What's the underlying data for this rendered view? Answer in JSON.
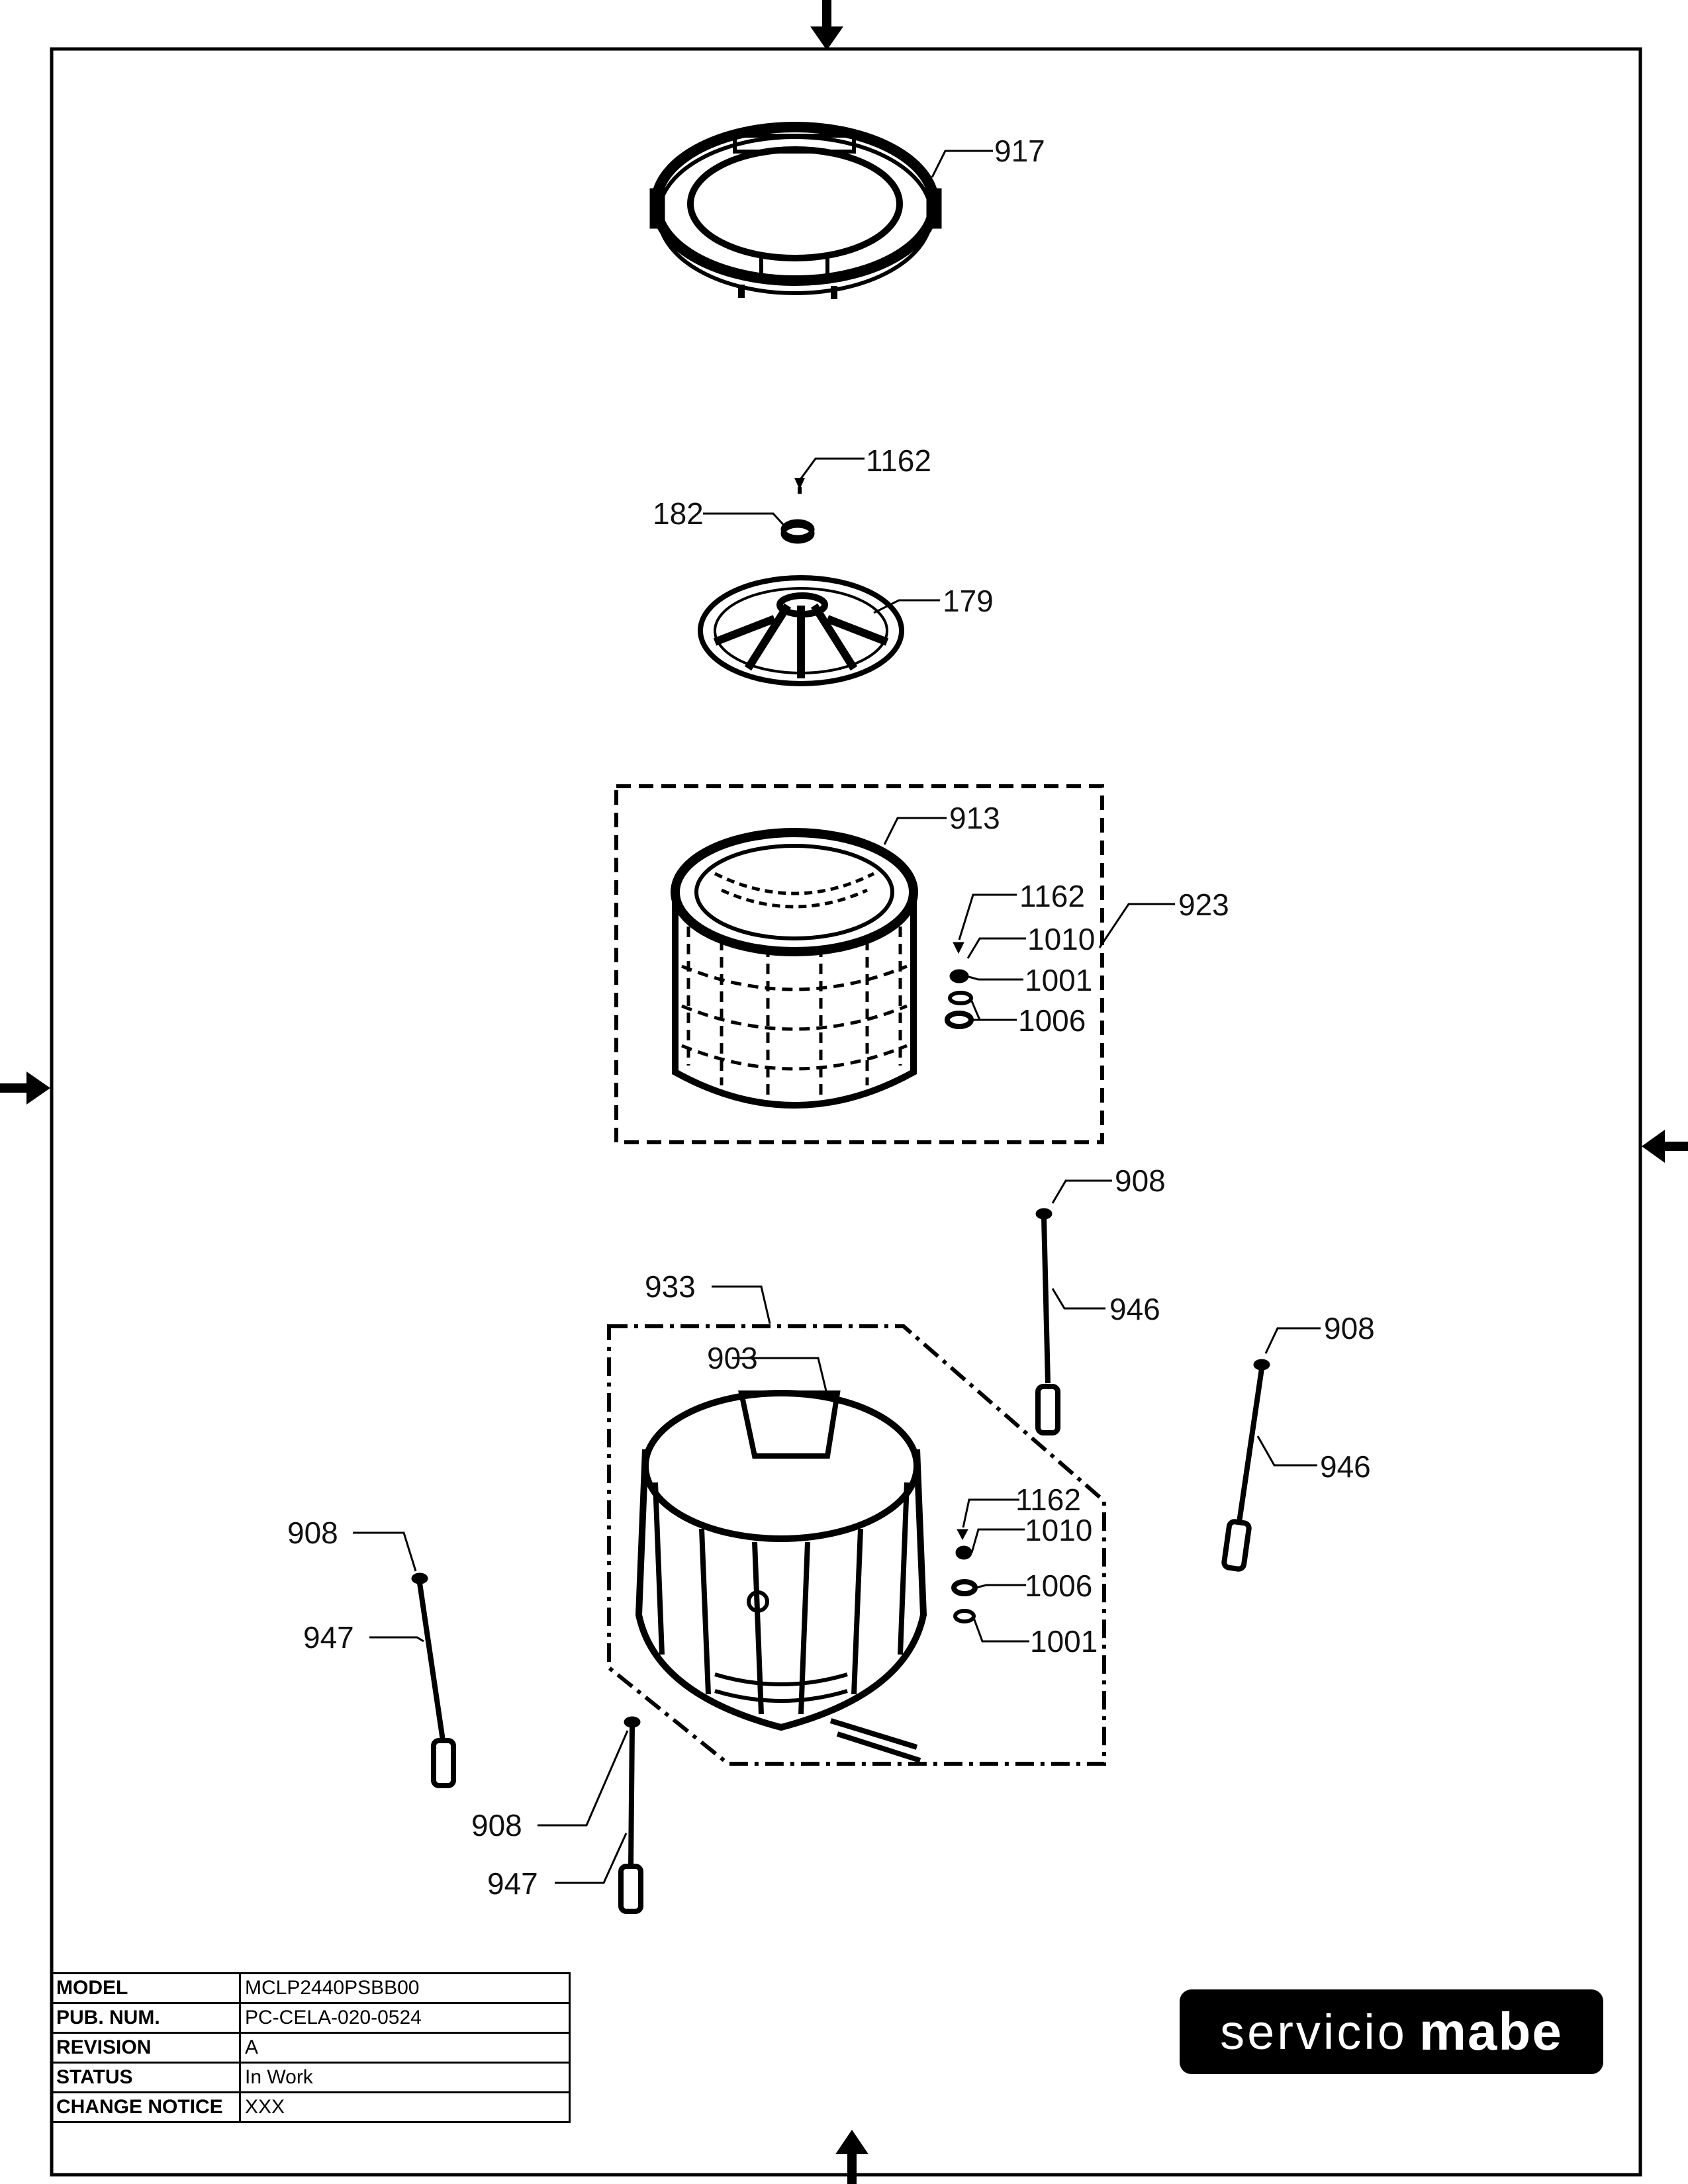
{
  "callouts": [
    {
      "id": "c-917",
      "label": "917"
    },
    {
      "id": "c-1162a",
      "label": "1162"
    },
    {
      "id": "c-182",
      "label": "182"
    },
    {
      "id": "c-179",
      "label": "179"
    },
    {
      "id": "c-913",
      "label": "913"
    },
    {
      "id": "c-1162b",
      "label": "1162"
    },
    {
      "id": "c-923",
      "label": "923"
    },
    {
      "id": "c-1010a",
      "label": "1010"
    },
    {
      "id": "c-1001a",
      "label": "1001"
    },
    {
      "id": "c-1006a",
      "label": "1006"
    },
    {
      "id": "c-908a",
      "label": "908"
    },
    {
      "id": "c-946a",
      "label": "946"
    },
    {
      "id": "c-908b",
      "label": "908"
    },
    {
      "id": "c-946b",
      "label": "946"
    },
    {
      "id": "c-933",
      "label": "933"
    },
    {
      "id": "c-903",
      "label": "903"
    },
    {
      "id": "c-1162c",
      "label": "1162"
    },
    {
      "id": "c-1010b",
      "label": "1010"
    },
    {
      "id": "c-1006b",
      "label": "1006"
    },
    {
      "id": "c-1001b",
      "label": "1001"
    },
    {
      "id": "c-908c",
      "label": "908"
    },
    {
      "id": "c-947a",
      "label": "947"
    },
    {
      "id": "c-908d",
      "label": "908"
    },
    {
      "id": "c-947b",
      "label": "947"
    }
  ],
  "title_block": {
    "rows": [
      {
        "label": "MODEL",
        "value": "MCLP2440PSBB00"
      },
      {
        "label": "PUB. NUM.",
        "value": "PC-CELA-020-0524"
      },
      {
        "label": "REVISION",
        "value": "A"
      },
      {
        "label": "STATUS",
        "value": "In Work"
      },
      {
        "label": "CHANGE NOTICE",
        "value": "XXX"
      }
    ]
  },
  "logo": {
    "word1": "servicio",
    "word2": "mabe"
  }
}
